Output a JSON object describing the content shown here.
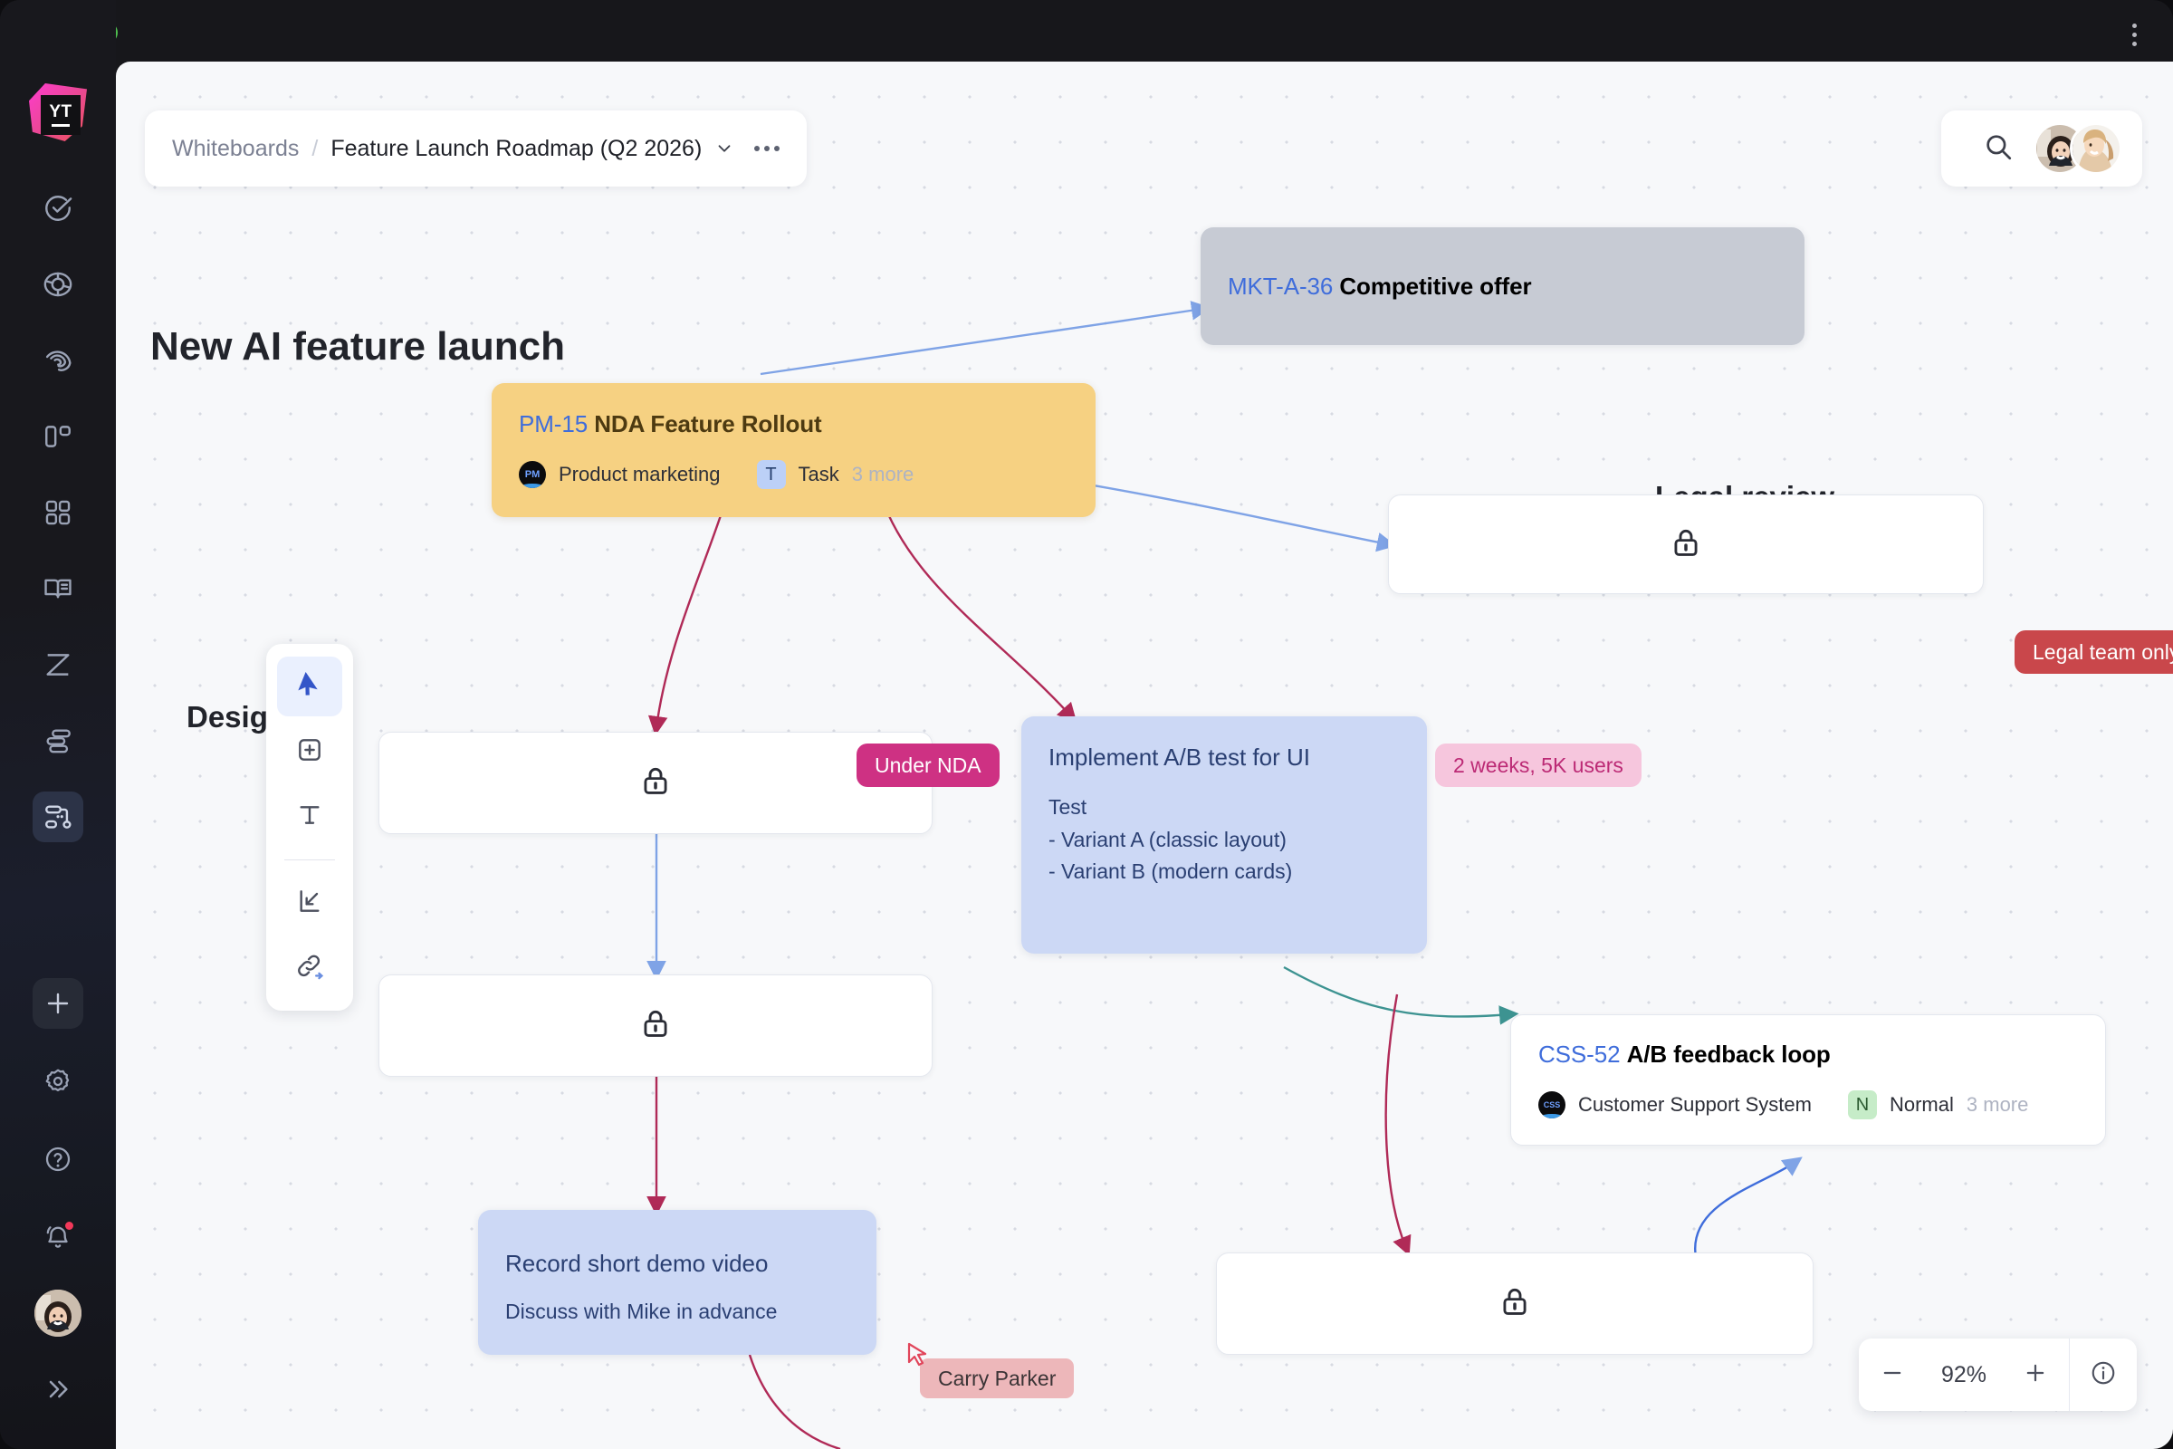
{
  "window": {
    "traffic_lights": [
      "close",
      "minimize",
      "maximize"
    ],
    "menu_icon": "kebab-menu-icon",
    "logo_text": "YT"
  },
  "sidebar": {
    "items": [
      {
        "icon": "check-circle-icon",
        "name": "issues",
        "active": false
      },
      {
        "icon": "target-icon",
        "name": "agile-boards",
        "active": false
      },
      {
        "icon": "spiral-icon",
        "name": "reports",
        "active": false
      },
      {
        "icon": "columns-icon",
        "name": "dashboards",
        "active": false
      },
      {
        "icon": "grid-icon",
        "name": "apps",
        "active": false
      },
      {
        "icon": "book-icon",
        "name": "knowledge-base",
        "active": false
      },
      {
        "icon": "helix-icon",
        "name": "timelines",
        "active": false
      },
      {
        "icon": "stack-list-icon",
        "name": "backlog",
        "active": false
      },
      {
        "icon": "whiteboard-icon",
        "name": "whiteboards",
        "active": true
      }
    ],
    "bottom": [
      {
        "icon": "plus-icon",
        "name": "create",
        "highlighted": true
      },
      {
        "icon": "gear-icon",
        "name": "settings",
        "highlighted": false
      },
      {
        "icon": "help-circle-icon",
        "name": "help",
        "highlighted": false
      },
      {
        "icon": "bell-icon",
        "name": "notifications",
        "highlighted": false,
        "badge": true
      },
      {
        "icon": "avatar",
        "name": "profile",
        "highlighted": false
      },
      {
        "icon": "chevrons-right-icon",
        "name": "expand-sidebar",
        "highlighted": false
      }
    ]
  },
  "breadcrumb": {
    "root": "Whiteboards",
    "separator": "/",
    "current": "Feature Launch Roadmap (Q2 2026)",
    "chevron_icon": "chevron-down-icon",
    "more_icon": "more-horizontal-icon"
  },
  "topbar": {
    "search_icon": "search-icon",
    "avatars": [
      "collaborator-1",
      "collaborator-2"
    ]
  },
  "headings": {
    "main": "New AI feature launch",
    "design": "Design",
    "legal": "Legal review"
  },
  "cards": {
    "mkt": {
      "id": "MKT-A-36",
      "title": "Competitive offer"
    },
    "pm15": {
      "id": "PM-15",
      "title": "NDA Feature Rollout",
      "project_avatar": "PM",
      "project": "Product marketing",
      "type_chip": "T",
      "type": "Task",
      "more": "3 more"
    },
    "abtest": {
      "title": "Implement A/B test for UI",
      "body_lines": [
        "Test",
        "- Variant A (classic layout)",
        "- Variant B (modern cards)"
      ]
    },
    "css52": {
      "id": "CSS-52",
      "title": "A/B feedback loop",
      "project_avatar": "CSS",
      "project": "Customer Support System",
      "priority_chip": "N",
      "priority": "Normal",
      "more": "3 more"
    },
    "demo": {
      "title": "Record short demo video",
      "subtitle": "Discuss with Mike in advance"
    },
    "locked": [
      {
        "name": "locked-card-legal",
        "icon": "lock-icon"
      },
      {
        "name": "locked-card-design-1",
        "icon": "lock-icon"
      },
      {
        "name": "locked-card-design-2",
        "icon": "lock-icon"
      },
      {
        "name": "locked-card-bottom",
        "icon": "lock-icon"
      }
    ]
  },
  "badges": {
    "under_nda": "Under NDA",
    "legal_team_only": "Legal team only",
    "ab_metrics": "2 weeks, 5K users",
    "collaborator_cursor": "Carry Parker"
  },
  "toolbar": {
    "tools": [
      {
        "name": "select-tool",
        "icon": "cursor-icon",
        "active": true
      },
      {
        "name": "add-card-tool",
        "icon": "square-plus-icon",
        "active": false
      },
      {
        "name": "text-tool",
        "icon": "text-icon",
        "active": false
      },
      {
        "name": "import-tool",
        "icon": "arrow-into-corner-icon",
        "active": false
      },
      {
        "name": "link-tool",
        "icon": "link-arrow-icon",
        "active": false
      }
    ]
  },
  "zoom_control": {
    "minus_icon": "minus-icon",
    "level": "92%",
    "plus_icon": "plus-icon",
    "info_icon": "info-circle-icon"
  },
  "colors": {
    "accent_blue": "#3f6ddb",
    "card_yellow": "#f6d182",
    "card_grey": "#c7cbd4",
    "card_blue": "#ccd8f5",
    "badge_magenta": "#ce3183",
    "badge_red": "#c9474b",
    "badge_pink_light": "#f6c6dd",
    "cursor_label_pink": "#edb7ba",
    "connector_blue": "#7fa3e6",
    "connector_crimson": "#b02a57",
    "connector_teal": "#3d9391"
  }
}
